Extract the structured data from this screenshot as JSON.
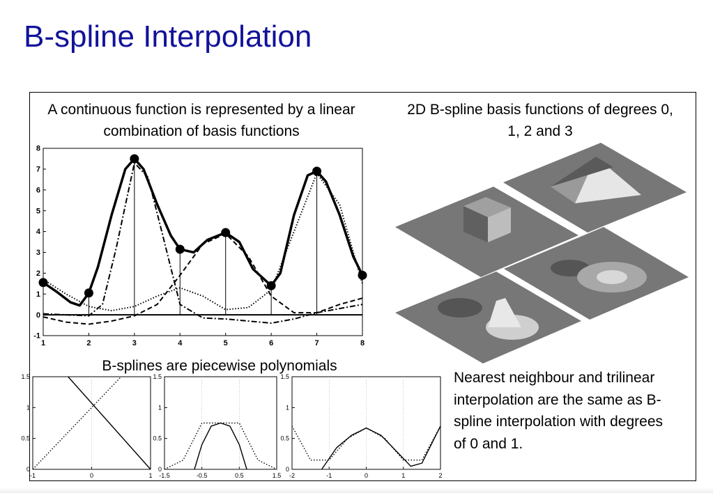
{
  "slide": {
    "title": "B-spline Interpolation",
    "caption_left": "A continuous function is represented by a linear combination of basis functions",
    "caption_right": "2D B-spline basis functions of degrees 0, 1, 2 and 3",
    "caption_small": "B-splines are piecewise polynomials",
    "note": "Nearest neighbour and trilinear interpolation are the same as B-spline interpolation with degrees of 0 and 1."
  },
  "chart_data": [
    {
      "type": "line",
      "xlim": [
        1,
        8
      ],
      "ylim": [
        -1,
        8
      ],
      "xticks": [
        1,
        2,
        3,
        4,
        5,
        6,
        7,
        8
      ],
      "yticks": [
        -1,
        0,
        1,
        2,
        3,
        4,
        5,
        6,
        7,
        8
      ],
      "grid": false,
      "samples": [
        {
          "x": 1,
          "y": 1.55
        },
        {
          "x": 2,
          "y": 1.05
        },
        {
          "x": 3,
          "y": 7.5
        },
        {
          "x": 4,
          "y": 3.15
        },
        {
          "x": 5,
          "y": 3.95
        },
        {
          "x": 6,
          "y": 1.4
        },
        {
          "x": 7,
          "y": 6.9
        },
        {
          "x": 8,
          "y": 1.9
        }
      ],
      "series": [
        {
          "style": "solid",
          "x": [
            1,
            1.3,
            1.6,
            1.8,
            2,
            2.2,
            2.5,
            2.8,
            3,
            3.2,
            3.5,
            3.8,
            4,
            4.3,
            4.6,
            5,
            5.3,
            5.6,
            6,
            6.2,
            6.5,
            6.8,
            7,
            7.2,
            7.5,
            7.8,
            8
          ],
          "y": [
            1.55,
            1.1,
            0.6,
            0.45,
            1.05,
            2.3,
            4.8,
            7.0,
            7.5,
            7.0,
            5.3,
            3.8,
            3.15,
            3.0,
            3.6,
            3.95,
            3.5,
            2.2,
            1.4,
            2.0,
            4.8,
            6.7,
            6.9,
            6.4,
            4.8,
            2.8,
            1.9
          ]
        },
        {
          "style": "dashed",
          "x": [
            1,
            1.5,
            2,
            2.5,
            3,
            3.5,
            4,
            4.5,
            5,
            5.5,
            6,
            6.5,
            7,
            7.5,
            8
          ],
          "y": [
            -0.1,
            -0.35,
            -0.45,
            -0.3,
            -0.05,
            0.5,
            1.9,
            3.4,
            3.9,
            2.8,
            0.9,
            0.1,
            0.1,
            0.5,
            0.8
          ]
        },
        {
          "style": "dashdot",
          "x": [
            1,
            1.5,
            2,
            2.3,
            2.6,
            3,
            3.3,
            3.6,
            4,
            4.5,
            5,
            5.5,
            6,
            6.5,
            7,
            7.5,
            8
          ],
          "y": [
            0.05,
            0.0,
            -0.05,
            0.5,
            3.2,
            7.3,
            6.6,
            4.0,
            0.5,
            -0.15,
            -0.2,
            -0.3,
            -0.4,
            -0.2,
            0.1,
            0.3,
            0.5
          ]
        },
        {
          "style": "dotted",
          "x": [
            1,
            1.5,
            2,
            2.5,
            3,
            3.5,
            4,
            4.5,
            5,
            5.5,
            6,
            6.5,
            7,
            7.5,
            8
          ],
          "y": [
            1.7,
            1.0,
            0.4,
            0.2,
            0.4,
            0.9,
            1.3,
            0.9,
            0.25,
            0.35,
            1.2,
            4.0,
            6.8,
            5.3,
            1.5
          ]
        }
      ]
    },
    {
      "type": "line",
      "xlim": [
        -1,
        1
      ],
      "ylim": [
        0,
        1.5
      ],
      "xticks": [
        "-1",
        "0",
        "1"
      ],
      "yticks": [
        "0",
        "0.5",
        "1",
        "1.5"
      ],
      "series": [
        {
          "style": "solid",
          "x": [
            -0.4,
            1
          ],
          "y": [
            1.5,
            0
          ]
        },
        {
          "style": "dotted",
          "x": [
            -1,
            0,
            0.5
          ],
          "y": [
            0,
            1,
            1.5
          ]
        }
      ]
    },
    {
      "type": "line",
      "xlim": [
        -1.5,
        1.5
      ],
      "ylim": [
        0,
        1.5
      ],
      "xticks": [
        "-1.5",
        "-0.5",
        "0.5",
        "1.5"
      ],
      "yticks": [
        "0",
        "0.5",
        "1",
        "1.5"
      ],
      "series": [
        {
          "style": "solid",
          "x": [
            -0.7,
            -0.5,
            -0.25,
            0,
            0.25,
            0.5,
            0.7
          ],
          "y": [
            0,
            0.4,
            0.7,
            0.75,
            0.7,
            0.4,
            0
          ]
        },
        {
          "style": "dotted",
          "x": [
            -1.5,
            -1,
            -0.5,
            0,
            0.5,
            1,
            1.5
          ],
          "y": [
            0,
            0.15,
            0.75,
            0.75,
            0.75,
            0.15,
            0
          ]
        }
      ]
    },
    {
      "type": "line",
      "xlim": [
        -2,
        2
      ],
      "ylim": [
        0,
        1.5
      ],
      "xticks": [
        "-2",
        "-1",
        "0",
        "1",
        "2"
      ],
      "yticks": [
        "0",
        "0.5",
        "1",
        "1.5"
      ],
      "series": [
        {
          "style": "solid",
          "x": [
            -1.2,
            -0.8,
            -0.4,
            0,
            0.4,
            0.8,
            1.2,
            1.5,
            2
          ],
          "y": [
            0,
            0.35,
            0.55,
            0.67,
            0.55,
            0.3,
            0.05,
            0.1,
            0.7
          ]
        },
        {
          "style": "dotted",
          "x": [
            -2,
            -1.5,
            -1,
            -0.5,
            0,
            0.5,
            1,
            1.5,
            2
          ],
          "y": [
            0.7,
            0.15,
            0.15,
            0.5,
            0.67,
            0.5,
            0.15,
            0.15,
            0.7
          ]
        }
      ]
    }
  ]
}
